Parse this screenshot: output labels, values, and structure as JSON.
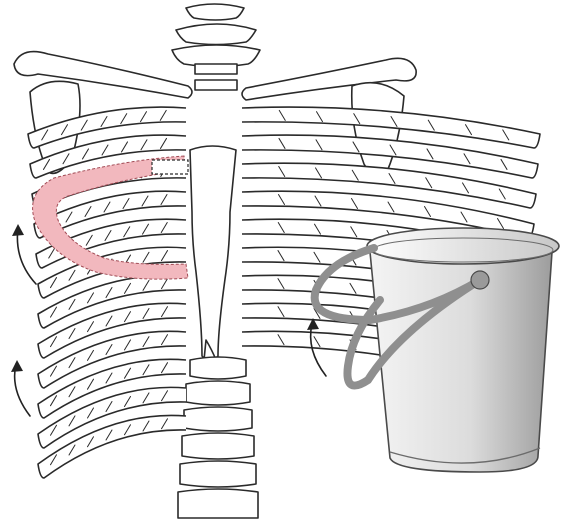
{
  "figure": {
    "background": "#ffffff",
    "highlight_color": "#f2b8be",
    "bucket_color_light": "#f2f2f2",
    "bucket_color_dark": "#a8a8a8",
    "handle_color": "#8f8f8f",
    "elements": {
      "ribcage": "ribcage-illustration",
      "highlighted_rib": "highlighted-rib",
      "arrows": "upward-curved-arrows",
      "bucket": "bucket-icon"
    }
  }
}
